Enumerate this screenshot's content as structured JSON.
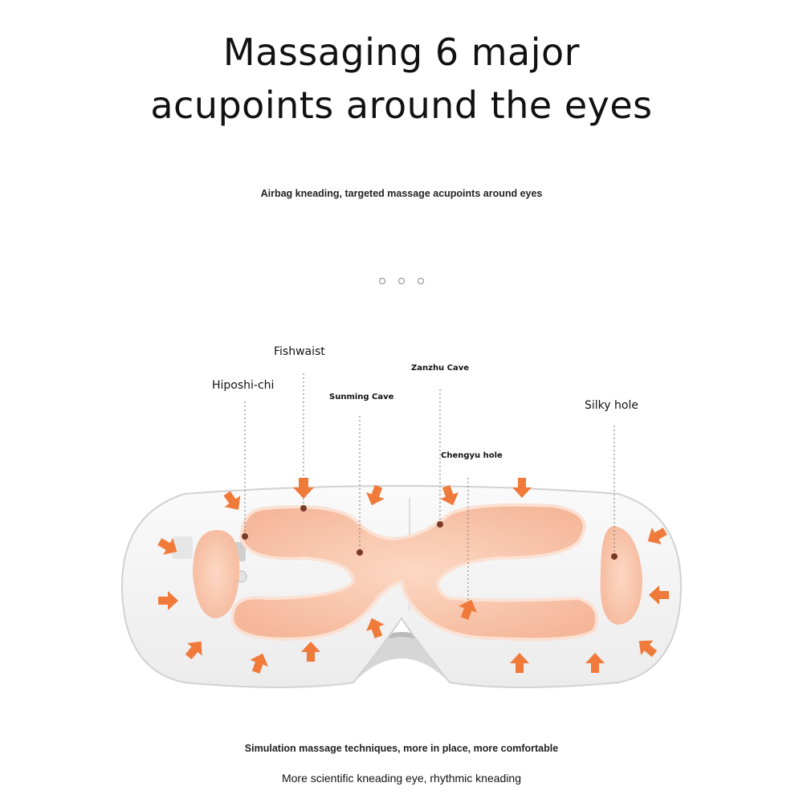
{
  "header": {
    "title_line1": "Massaging 6 major",
    "title_line2": "acupoints around the eyes",
    "subtitle": "Airbag kneading, targeted massage acupoints around eyes"
  },
  "carousel": {
    "dot_count": 3
  },
  "acupoints": {
    "fishwaist": "Fishwaist",
    "hiposhi": "Hiposhi-chi",
    "sunming": "Sunming Cave",
    "zanzhu": "Zanzhu Cave",
    "chengyu": "Chengyu hole",
    "silky": "Silky hole"
  },
  "footer": {
    "line1": "Simulation massage techniques, more in place, more comfortable",
    "line2": "More scientific kneading eye, rhythmic kneading"
  },
  "colors": {
    "airbag": "#f7c3a8",
    "airbag_glow": "#fbe1d3",
    "arrow": "#f07a3a",
    "shell": "#f4f4f4",
    "band": "#d8d8d8"
  }
}
